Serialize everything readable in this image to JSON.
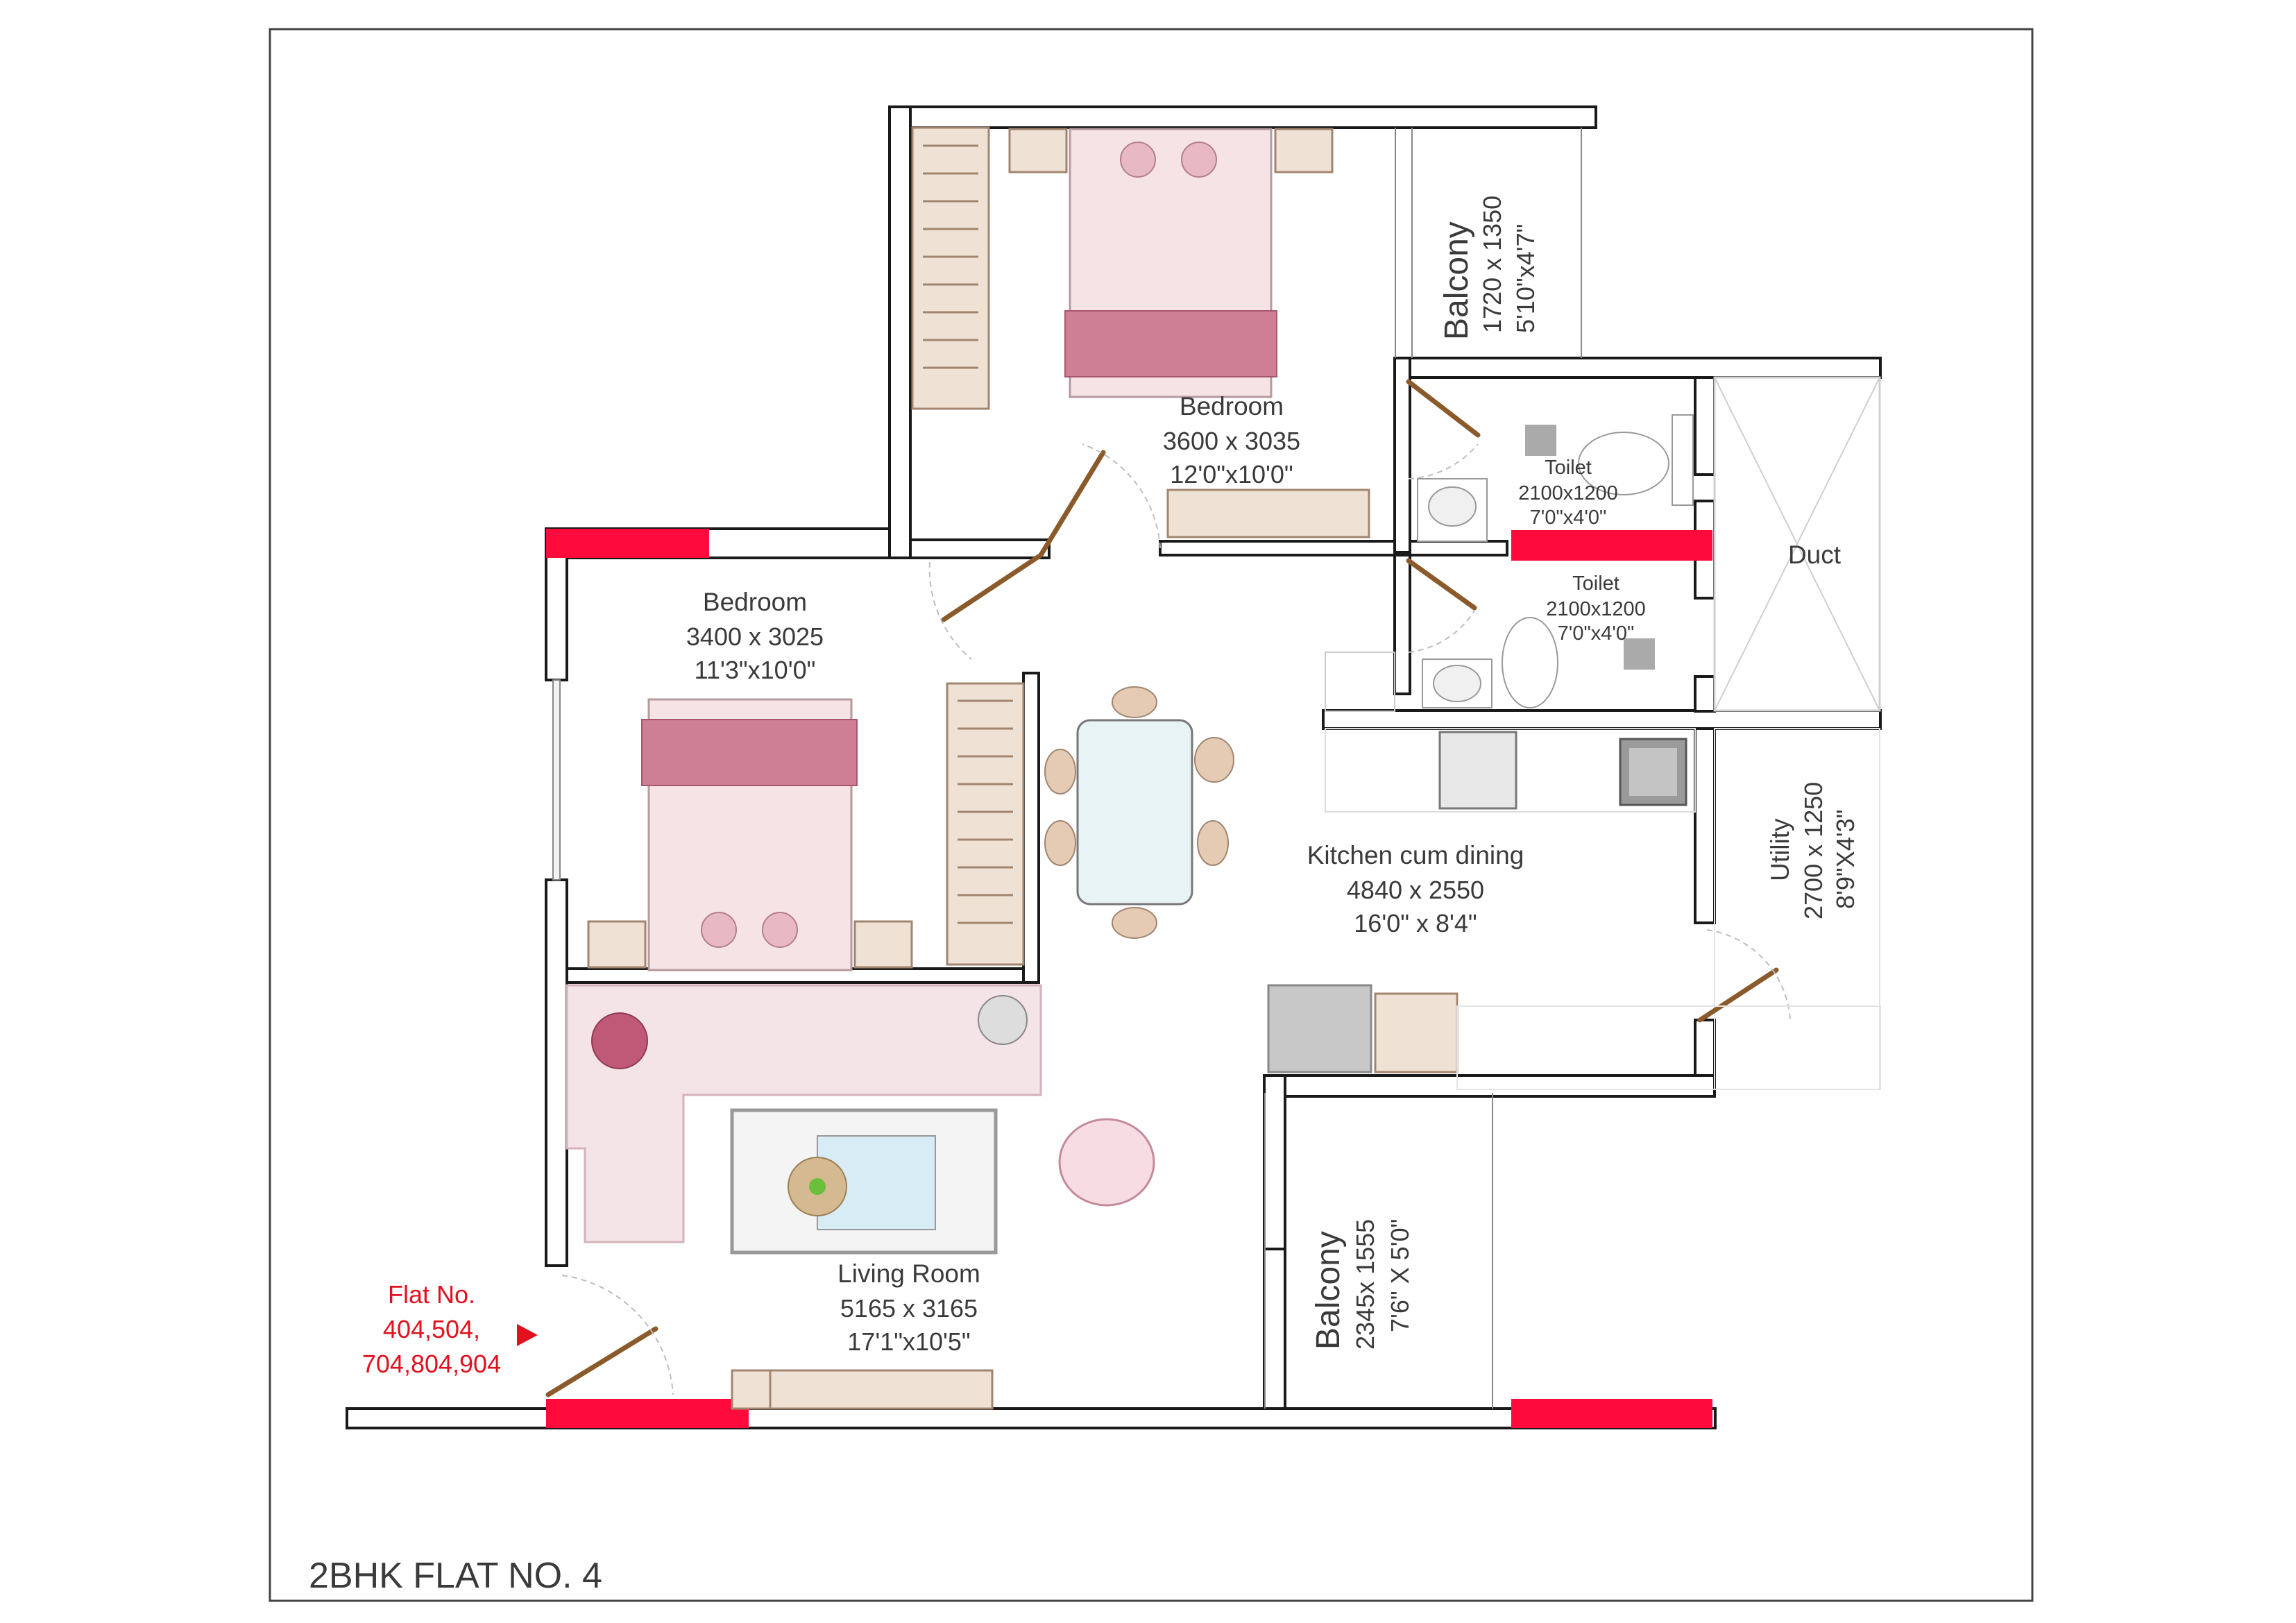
{
  "plan": {
    "title": "2BHK FLAT NO. 4",
    "flat_note": {
      "line1": "Flat No.",
      "line2": "404,504,",
      "line3": "704,804,904"
    },
    "rooms": {
      "bedroom1": {
        "name": "Bedroom",
        "metric": "3600 x 3035",
        "imperial": "12'0\"x10'0\""
      },
      "bedroom2": {
        "name": "Bedroom",
        "metric": "3400 x 3025",
        "imperial": "11'3\"x10'0\""
      },
      "balcony1": {
        "name": "Balcony",
        "metric": "1720 x 1350",
        "imperial": "5'10\"x4'7\""
      },
      "toilet1": {
        "name": "Toilet",
        "metric": "2100x1200",
        "imperial": "7'0\"x4'0\""
      },
      "toilet2": {
        "name": "Toilet",
        "metric": "2100x1200",
        "imperial": "7'0\"x4'0\""
      },
      "duct": {
        "name": "Duct"
      },
      "kitchen": {
        "name": "Kitchen cum dining",
        "metric": "4840 x 2550",
        "imperial": "16'0\" x 8'4\""
      },
      "utility": {
        "name": "Utility",
        "metric": "2700 x 1250",
        "imperial": "8'9\"X4'3\""
      },
      "living": {
        "name": "Living Room",
        "metric": "5165 x 3165",
        "imperial": "17'1\"x10'5\""
      },
      "balcony2": {
        "name": "Balcony",
        "metric": "2345x 1555",
        "imperial": "7'6\" X 5'0\""
      }
    },
    "colors": {
      "window": "#ff0a3c",
      "door": "#8a5a2b",
      "bed_blanket": "#cf7f95",
      "flat_note": "#e3101e"
    }
  }
}
